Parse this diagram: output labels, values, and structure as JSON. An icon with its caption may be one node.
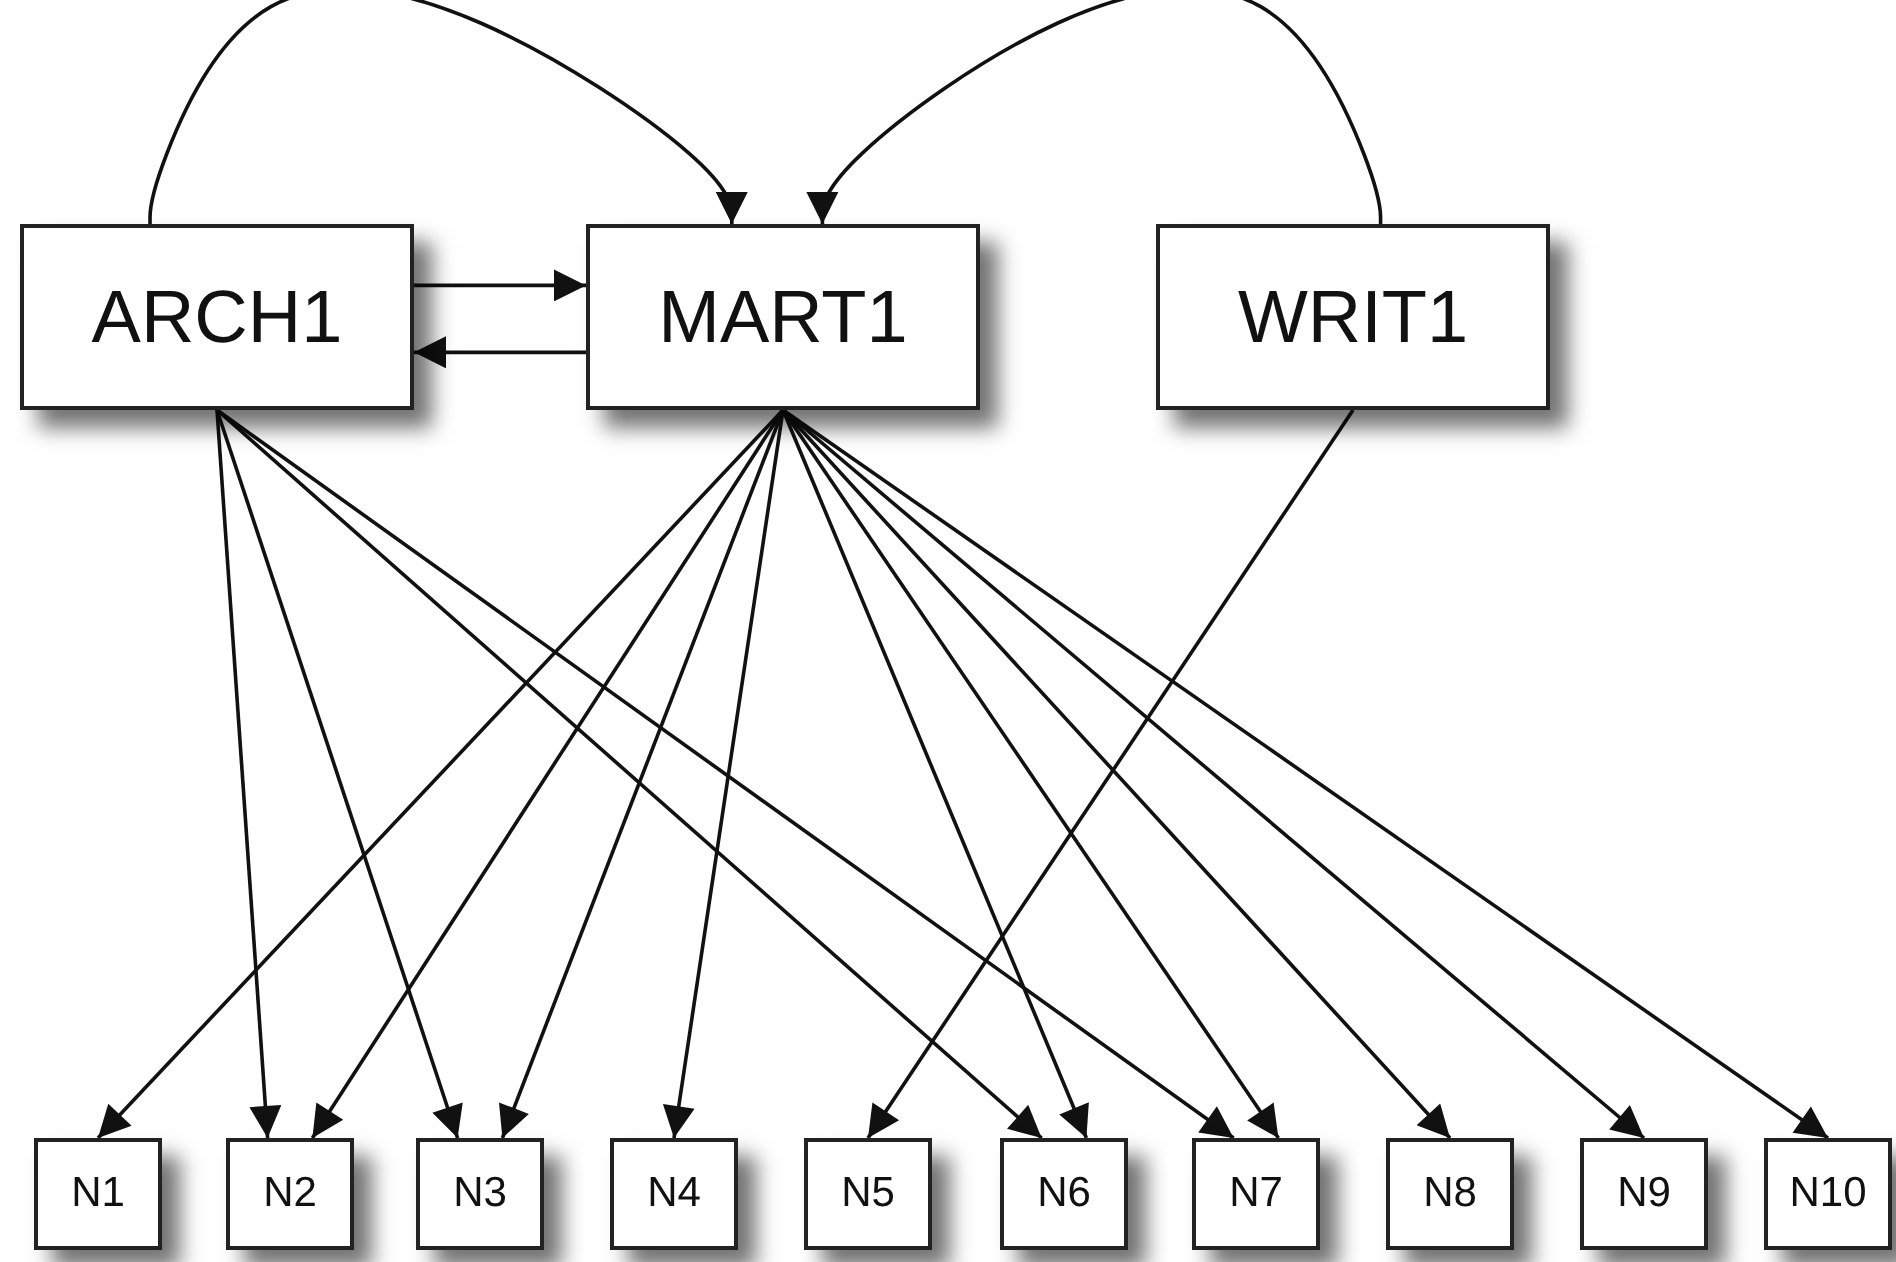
{
  "diagram": {
    "nodes": [
      {
        "text": [
          "ARCH1"
        ]
      },
      {
        "text": [
          "MART1"
        ]
      },
      {
        "text": [
          "WRIT1"
        ]
      },
      {
        "text": [
          "N1"
        ]
      },
      {
        "text": [
          "N2"
        ]
      },
      {
        "text": [
          "N3"
        ]
      },
      {
        "text": [
          "N4"
        ]
      },
      {
        "text": [
          "N5"
        ]
      },
      {
        "text": [
          "N6"
        ]
      },
      {
        "text": [
          "N7"
        ]
      },
      {
        "text": [
          "N8"
        ]
      },
      {
        "text": [
          "N9"
        ]
      },
      {
        "text": [
          "N10"
        ]
      }
    ],
    "edges": [
      {
        "from": 0,
        "to": 1,
        "arrow": "to"
      },
      {
        "from": 2,
        "to": 1,
        "arrow": "to"
      },
      {
        "from": 0,
        "to": 1,
        "arrow": "to"
      },
      {
        "from": 1,
        "to": 0,
        "arrow": "to"
      },
      {
        "from": 0,
        "to": 4,
        "arrow": "to"
      },
      {
        "from": 0,
        "to": 5,
        "arrow": "to"
      },
      {
        "from": 0,
        "to": 8,
        "arrow": "to"
      },
      {
        "from": 0,
        "to": 9,
        "arrow": "to"
      },
      {
        "from": 1,
        "to": 3,
        "arrow": "to"
      },
      {
        "from": 1,
        "to": 4,
        "arrow": "to"
      },
      {
        "from": 1,
        "to": 5,
        "arrow": "to"
      },
      {
        "from": 1,
        "to": 6,
        "arrow": "to"
      },
      {
        "from": 1,
        "to": 8,
        "arrow": "to"
      },
      {
        "from": 1,
        "to": 9,
        "arrow": "to"
      },
      {
        "from": 1,
        "to": 10,
        "arrow": "to"
      },
      {
        "from": 1,
        "to": 11,
        "arrow": "to"
      },
      {
        "from": 1,
        "to": 12,
        "arrow": "to"
      },
      {
        "from": 2,
        "to": 7,
        "arrow": "to"
      }
    ]
  }
}
